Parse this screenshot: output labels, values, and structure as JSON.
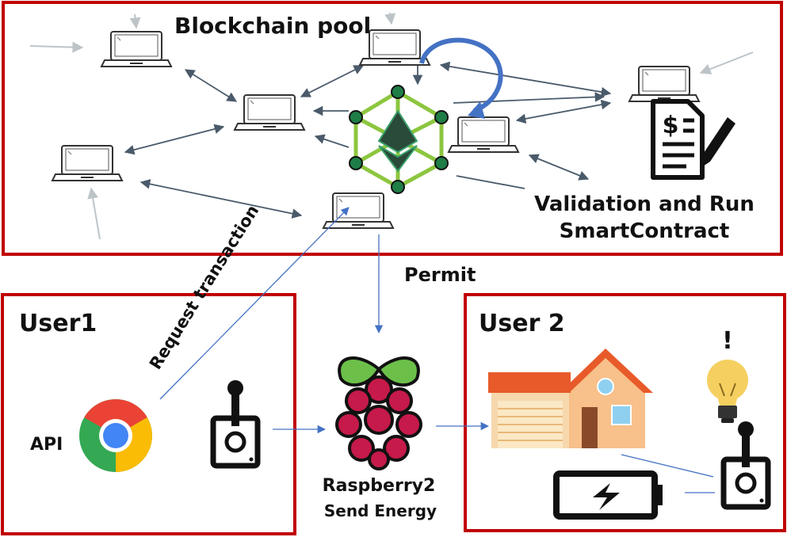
{
  "blockchain": {
    "title": "Blockchain pool",
    "validation_line1": "Validation and Run",
    "validation_line2": "SmartContract"
  },
  "flow": {
    "permit": "Permit",
    "request": "Request transaction"
  },
  "user1": {
    "title": "User1",
    "api": "API"
  },
  "raspberry": {
    "name": "Raspberry2",
    "action": "Send Energy"
  },
  "user2": {
    "title": "User 2",
    "alert": "!"
  },
  "icons": [
    "laptop-icon",
    "ethereum-network-icon",
    "smart-contract-document-icon",
    "chrome-icon",
    "joystick-icon",
    "raspberry-pi-icon",
    "house-icon",
    "lightbulb-icon",
    "battery-icon",
    "refresh-arrow-icon"
  ],
  "colors": {
    "frame": "#c00000",
    "arrow": "#4472c4",
    "network": "#8cc63f",
    "node": "#1e7e46",
    "gray_arrow": "#4a5a6a"
  }
}
